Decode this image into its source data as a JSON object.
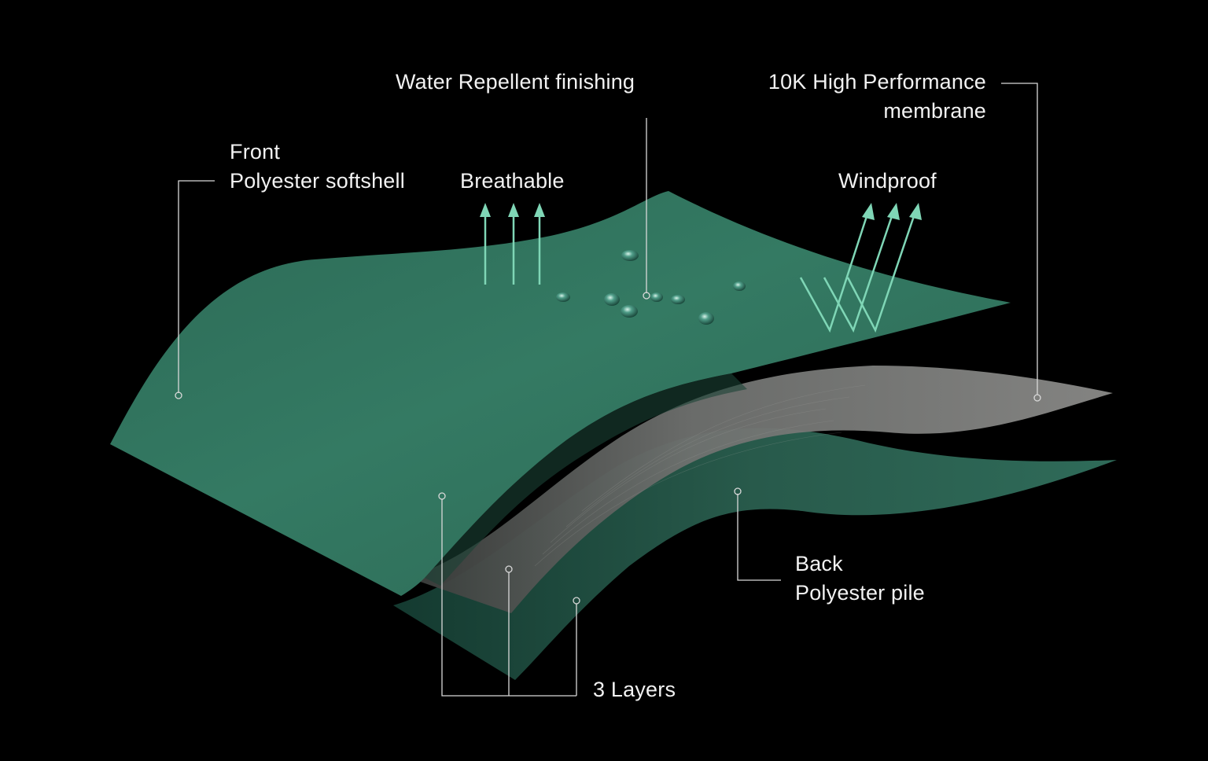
{
  "labels": {
    "front": {
      "line1": "Front",
      "line2": "Polyester softshell"
    },
    "breathable": "Breathable",
    "water": "Water Repellent finishing",
    "membrane": {
      "line1": "10K High Performance",
      "line2": "membrane"
    },
    "windproof": "Windproof",
    "back": {
      "line1": "Back",
      "line2": "Polyester pile"
    },
    "layers": "3 Layers"
  },
  "colors": {
    "background": "#000000",
    "front_fabric": "#2f6e5a",
    "membrane": "#7a7a78",
    "back_pile": "#2a5e4e",
    "arrow": "#7fd6b6",
    "leader_line": "#d9d9d9"
  }
}
